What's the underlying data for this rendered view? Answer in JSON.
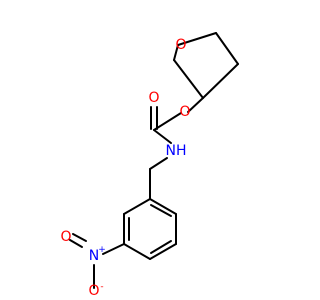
{
  "molecule": {
    "atoms": [
      {
        "label": "O",
        "color": "#ff0000"
      },
      {
        "label": "O",
        "color": "#ff0000"
      },
      {
        "label": "O",
        "color": "#ff0000"
      },
      {
        "label": "NH",
        "color": "#0000ff"
      },
      {
        "label": "N",
        "charge": "+",
        "color": "#0000ff"
      },
      {
        "label": "O",
        "charge": "-",
        "color": "#ff0000"
      },
      {
        "label": "O",
        "color": "#ff0000"
      }
    ],
    "bond_color": "#000000"
  }
}
